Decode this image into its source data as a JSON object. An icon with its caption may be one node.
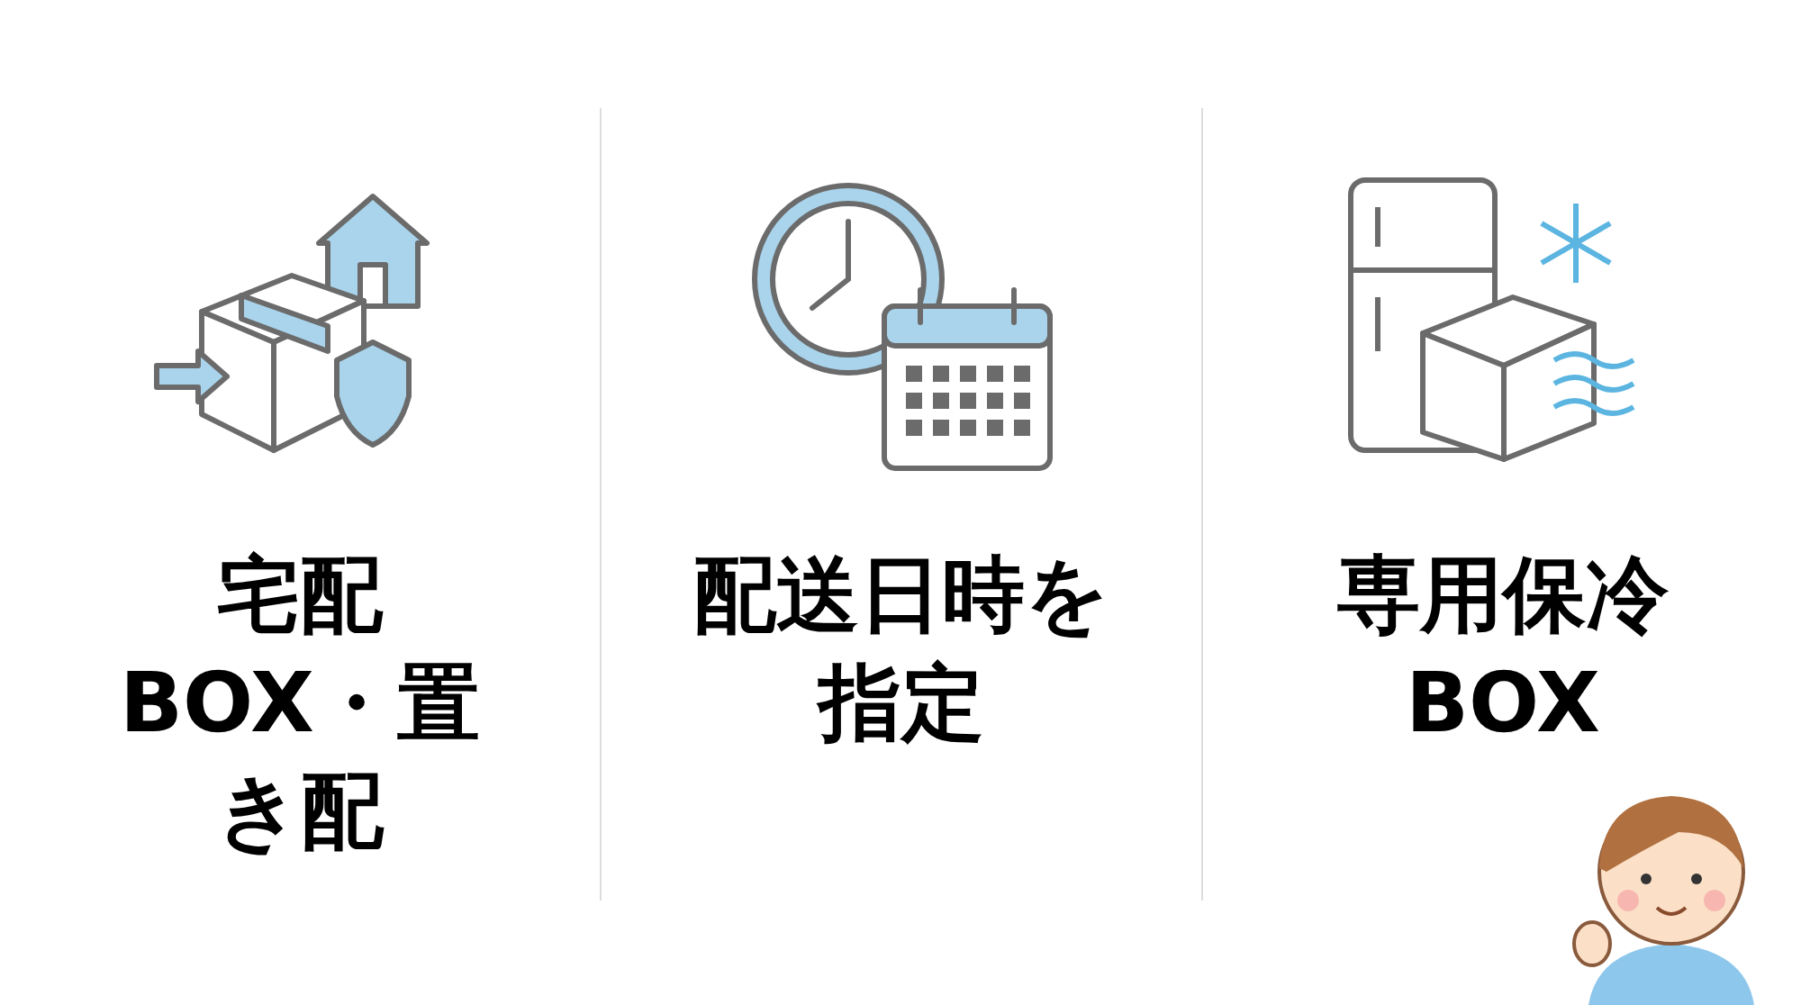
{
  "diagram": {
    "labels": [
      "宅配BOX・置き配",
      "配送日時を指定",
      "専用保冷BOX"
    ]
  }
}
